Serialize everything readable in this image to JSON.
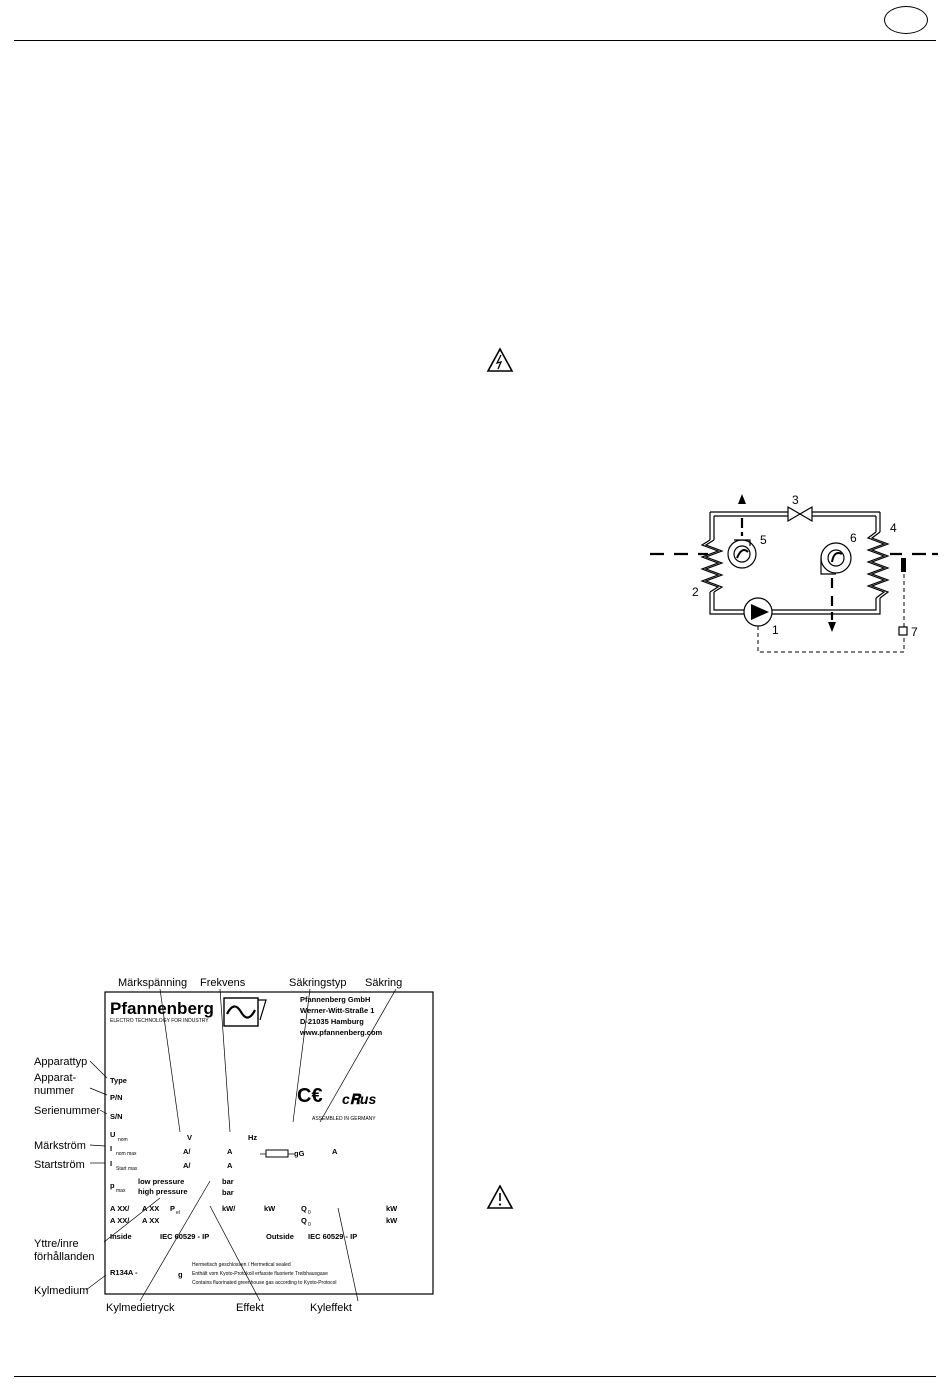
{
  "diagram": {
    "numbers": [
      "1",
      "2",
      "3",
      "4",
      "5",
      "6",
      "7"
    ]
  },
  "nameplate": {
    "callouts_top": [
      "Märkspänning",
      "Frekvens",
      "Säkringstyp",
      "Säkring"
    ],
    "callouts_left": [
      "Apparattyp",
      "Apparat-",
      "nummer",
      "Serienummer",
      "Märkström",
      "Startström",
      "Yttre/inre",
      "förhållanden",
      "Kylmedium"
    ],
    "callouts_bottom": [
      "Kylmedietryck",
      "Effekt",
      "Kyleffekt"
    ],
    "brand": "Pfannenberg",
    "brand_tagline": "ELECTRO TECHNOLOGY FOR INDUSTRY",
    "address": [
      "Pfannenberg GmbH",
      "Werner-Witt-Straße 1",
      "D-21035 Hamburg",
      "www.pfannenberg.com"
    ],
    "assembled": "ASSEMBLED IN GERMANY",
    "fields": {
      "type": "Type",
      "pn": "P/N",
      "sn": "S/N",
      "u_nom": "U",
      "u_nom_sub": "nom",
      "i_nom": "I",
      "i_nom_sub": "nom max",
      "i_start": "I",
      "i_start_sub": "Start max",
      "p": "p",
      "p_sub": "max",
      "low_pressure": "low pressure",
      "high_pressure": "high pressure",
      "v": "V",
      "hz": "Hz",
      "a1": "A/",
      "a2": "A",
      "a3": "A/",
      "a4": "A",
      "gg": "gG",
      "a5": "A",
      "bar1": "bar",
      "bar2": "bar",
      "axx1": "A XX/",
      "axx2": "A XX",
      "pe": "P",
      "pe_sub": "el",
      "kw1": "kW/",
      "kw2": "kW",
      "q1": "Q",
      "q1_sub": "0",
      "kw3": "kW",
      "axx3": "A XX/",
      "axx4": "A XX",
      "q2": "Q",
      "q2_sub": "0",
      "kw4": "kW",
      "inside": "Inside",
      "iec1": "IEC 60529 - IP",
      "outside": "Outside",
      "iec2": "IEC 60529 - IP",
      "refrigerant": "R134A  -",
      "g": "g",
      "sealed_1": "Hermetisch geschlossen / Hermetical sealed",
      "sealed_2": "Enthält vom Kyoto-Protokoll erfasste fluorierte Treibhausgase",
      "sealed_3": "Contains fluorinated greenhouse gas according to Kyoto-Protocol"
    }
  }
}
